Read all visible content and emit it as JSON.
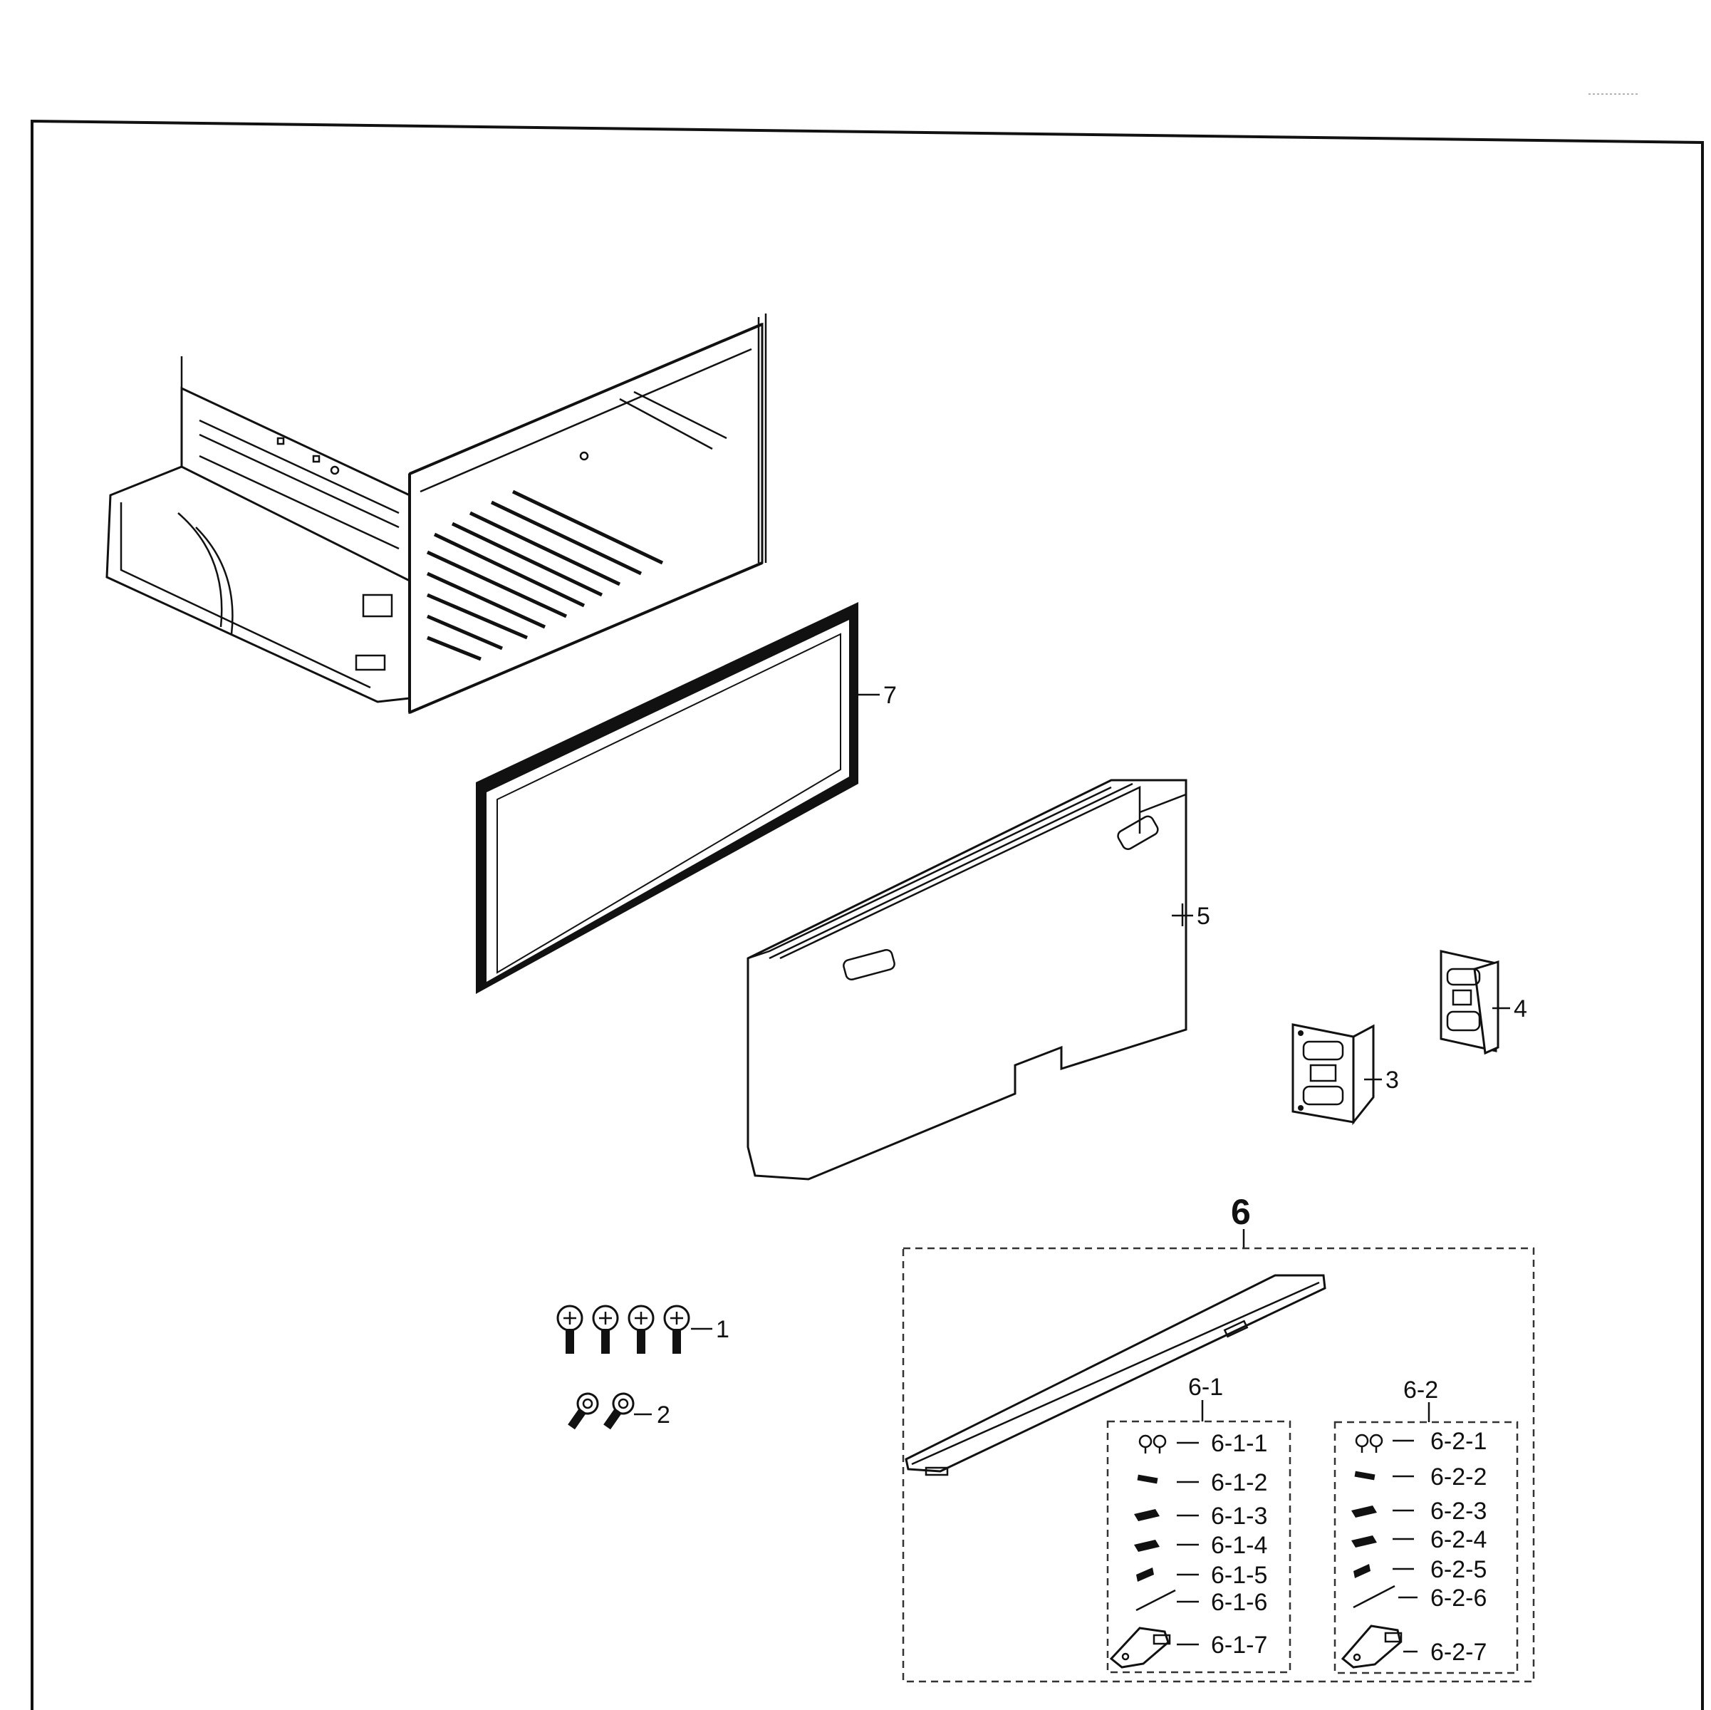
{
  "callouts": {
    "c1": "1",
    "c2": "2",
    "c3": "3",
    "c4": "4",
    "c5": "5",
    "c6": "6",
    "c7": "7",
    "c6_1": "6-1",
    "c6_2": "6-2",
    "c6_1_1": "6-1-1",
    "c6_1_2": "6-1-2",
    "c6_1_3": "6-1-3",
    "c6_1_4": "6-1-4",
    "c6_1_5": "6-1-5",
    "c6_1_6": "6-1-6",
    "c6_1_7": "6-1-7",
    "c6_2_1": "6-2-1",
    "c6_2_2": "6-2-2",
    "c6_2_3": "6-2-3",
    "c6_2_4": "6-2-4",
    "c6_2_5": "6-2-5",
    "c6_2_6": "6-2-6",
    "c6_2_7": "6-2-7"
  },
  "colors": {
    "ink": "#111111",
    "paper": "#ffffff"
  },
  "icons": [
    "screw-icon",
    "bolt-icon",
    "drawer-frame-icon",
    "gasket-icon",
    "drawer-panel-icon",
    "bracket-icon",
    "handle-bar-icon"
  ]
}
